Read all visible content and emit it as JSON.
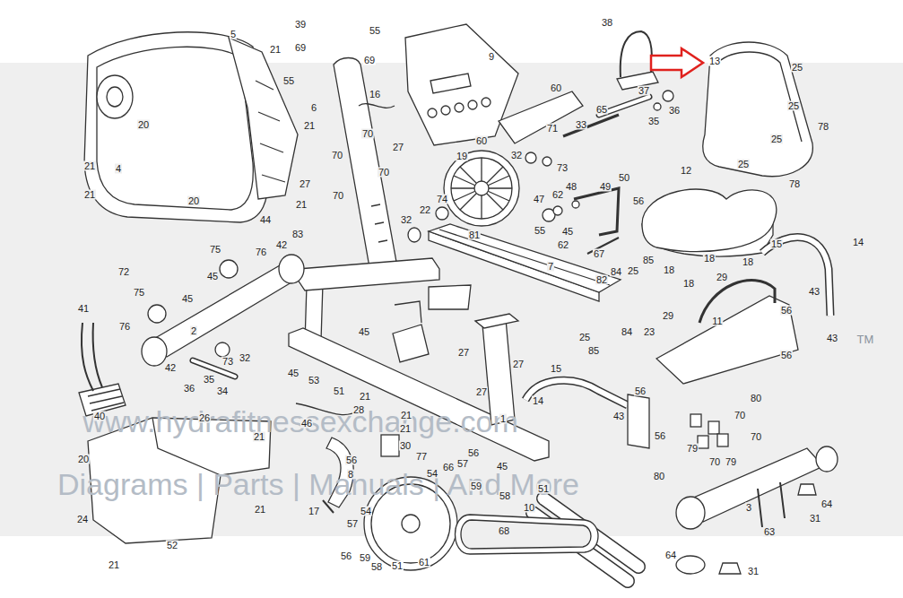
{
  "diagram": {
    "labels": [
      "39",
      "55",
      "69",
      "69",
      "55",
      "5",
      "21",
      "21",
      "20",
      "20",
      "4",
      "21",
      "21",
      "6",
      "16",
      "9",
      "60",
      "60",
      "71",
      "33",
      "32",
      "73",
      "38",
      "37",
      "65",
      "35",
      "36",
      "13",
      "25",
      "25",
      "25",
      "25",
      "78",
      "78",
      "12",
      "70",
      "70",
      "70",
      "70",
      "27",
      "27",
      "19",
      "74",
      "22",
      "32",
      "81",
      "47",
      "62",
      "48",
      "49",
      "50",
      "56",
      "62",
      "45",
      "55",
      "67",
      "7",
      "21",
      "44",
      "83",
      "42",
      "75",
      "76",
      "45",
      "15",
      "14",
      "18",
      "18",
      "18",
      "18",
      "29",
      "29",
      "85",
      "25",
      "84",
      "82",
      "43",
      "43",
      "11",
      "56",
      "56",
      "23",
      "85",
      "25",
      "84",
      "72",
      "75",
      "45",
      "76",
      "2",
      "42",
      "73",
      "32",
      "35",
      "36",
      "34",
      "41",
      "40",
      "45",
      "45",
      "53",
      "51",
      "27",
      "27",
      "27",
      "15",
      "1",
      "14",
      "43",
      "56",
      "56",
      "80",
      "70",
      "70",
      "79",
      "79",
      "70",
      "80",
      "46",
      "21",
      "28",
      "21",
      "21",
      "30",
      "77",
      "56",
      "8",
      "26",
      "21",
      "20",
      "24",
      "52",
      "21",
      "21",
      "17",
      "56",
      "57",
      "66",
      "59",
      "54",
      "45",
      "58",
      "51",
      "10",
      "68",
      "61",
      "54",
      "57",
      "56",
      "59",
      "58",
      "51",
      "3",
      "63",
      "31",
      "64",
      "64",
      "31",
      "www.hydrafitnessexchange.com",
      "Diagrams | Parts | Manuals | And More",
      "TM"
    ]
  }
}
